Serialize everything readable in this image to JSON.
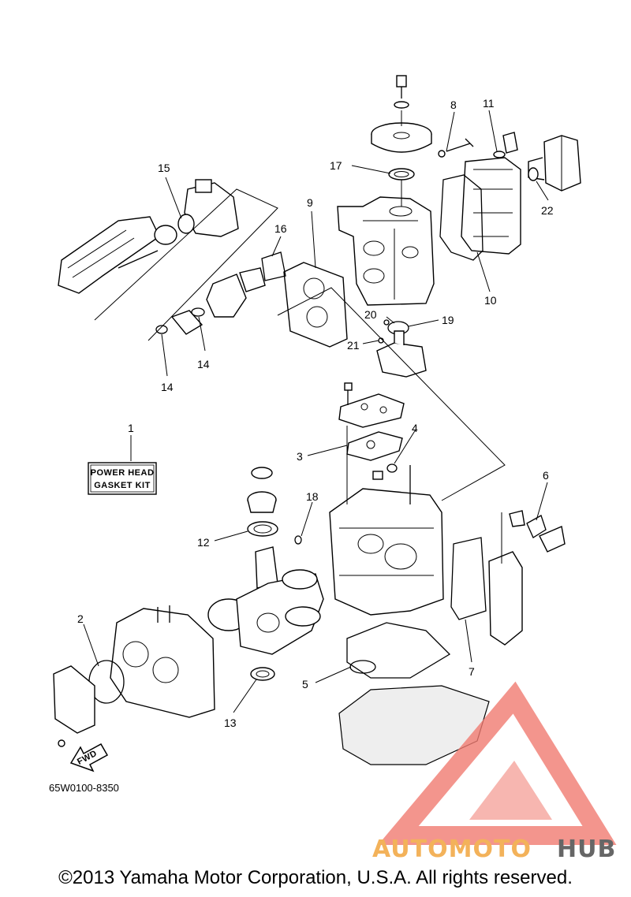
{
  "diagram": {
    "kit_label_line1": "POWER HEAD",
    "kit_label_line2": "GASKET KIT",
    "part_code": "65W0100-8350",
    "fwd_label": "FWD",
    "callouts": [
      "1",
      "2",
      "3",
      "4",
      "5",
      "6",
      "7",
      "8",
      "9",
      "10",
      "11",
      "12",
      "13",
      "14",
      "14",
      "15",
      "16",
      "17",
      "18",
      "19",
      "20",
      "21",
      "22"
    ]
  },
  "watermark": {
    "part1": "AUTOMOTO",
    "part2": "HUB",
    "color_primary": "#f07a70",
    "color_secondary": "#f3b25a",
    "color_dark": "#666666"
  },
  "footer": {
    "copyright": "©2013 Yamaha Motor Corporation, U.S.A. All rights reserved."
  }
}
